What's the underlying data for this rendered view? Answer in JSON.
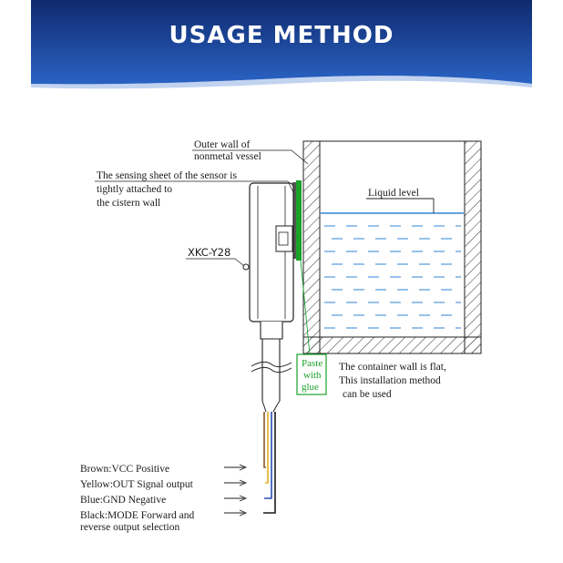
{
  "header": {
    "title": "USAGE METHOD",
    "colors": {
      "banner_dark": "#0f2a6e",
      "banner_light": "#2a63c4"
    }
  },
  "labels": {
    "outer_wall": [
      "Outer wall of",
      "nonmetal vessel"
    ],
    "sensing_sheet": [
      "The sensing sheet of the sensor is",
      "tightly attached to",
      "the cistern wall"
    ],
    "liquid_level": "Liquid level",
    "model": "XKC-Y28",
    "paste_glue": [
      "Paste",
      "with",
      "glue"
    ],
    "container_note": [
      "The container wall is flat,",
      "This installation method",
      "can be used"
    ]
  },
  "wires": [
    {
      "text": "Brown:VCC Positive",
      "color": "#8a5a2b"
    },
    {
      "text": "Yellow:OUT Signal output",
      "color": "#e0b020"
    },
    {
      "text": "Blue:GND Negative",
      "color": "#2a4fb0"
    },
    {
      "text": "Black:MODE Forward and",
      "text2": "reverse output selection",
      "color": "#1a1a1a"
    }
  ],
  "colors": {
    "water": "#2f86d6",
    "glue": "#1aa22a",
    "line": "#222222"
  }
}
